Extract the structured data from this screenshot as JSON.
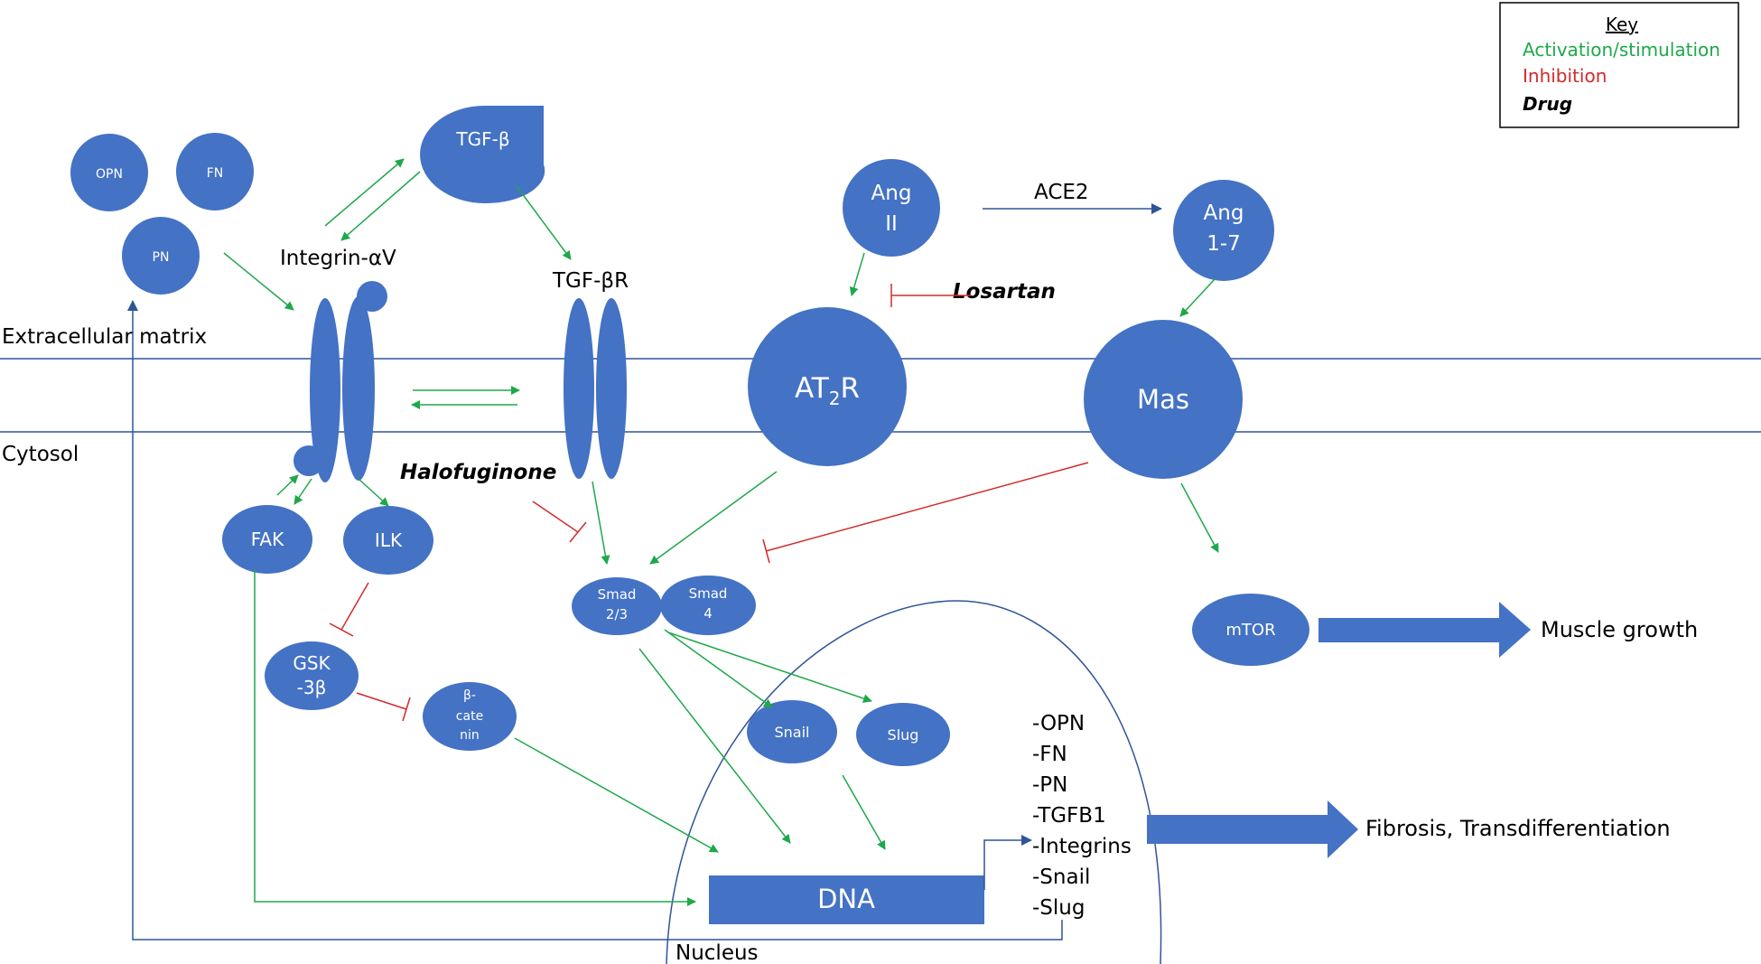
{
  "labels": {
    "extracellular": "Extracellular matrix",
    "cytosol": "Cytosol",
    "nucleus": "Nucleus",
    "integrin": "Integrin-αV",
    "tgfbr": "TGF-βR",
    "ace2": "ACE2",
    "halofuginone": "Halofuginone",
    "losartan": "Losartan"
  },
  "nodes": {
    "opn": "OPN",
    "fn": "FN",
    "pn": "PN",
    "tgfb": "TGF-β",
    "ang2_l1": "Ang",
    "ang2_l2": "II",
    "ang17_l1": "Ang",
    "ang17_l2": "1-7",
    "at2r_main": "AT",
    "at2r_sub": "2",
    "at2r_end": "R",
    "mas": "Mas",
    "fak": "FAK",
    "ilk": "ILK",
    "smad23_l1": "Smad",
    "smad23_l2": "2/3",
    "smad4_l1": "Smad",
    "smad4_l2": "4",
    "gsk_l1": "GSK",
    "gsk_l2": "-3β",
    "bcat_l1": "β-",
    "bcat_l2": "cate",
    "bcat_l3": "nin",
    "snail": "Snail",
    "slug": "Slug",
    "mtor": "mTOR",
    "dna": "DNA"
  },
  "genes": [
    "-OPN",
    "-FN",
    "-PN",
    "-TGFB1",
    "-Integrins",
    "-Snail",
    "-Slug"
  ],
  "outcomes": {
    "muscle": "Muscle growth",
    "fibrosis": "Fibrosis, Transdifferentiation"
  },
  "key": {
    "title": "Key",
    "activation": "Activation/stimulation",
    "inhibition": "Inhibition",
    "drug": "Drug"
  },
  "colors": {
    "node": "#4472c4",
    "activation": "#1ea84a",
    "inhibition": "#d22a2a",
    "membrane": "#2f5597",
    "text": "#000000"
  }
}
